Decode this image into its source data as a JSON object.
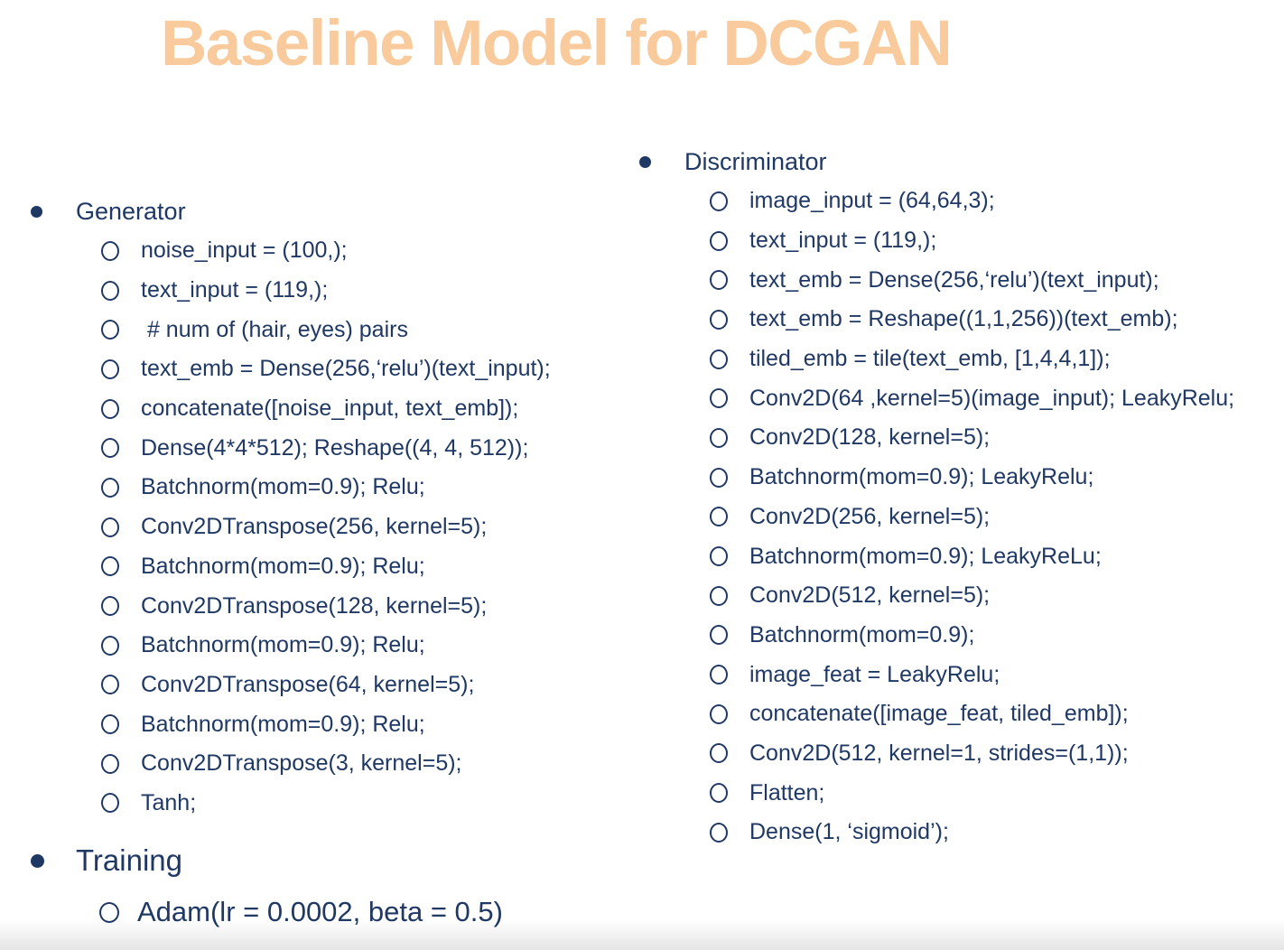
{
  "title": "Baseline Model for DCGAN",
  "colors": {
    "title": "#f9cb9c",
    "text": "#1f3864",
    "background": "#ffffff"
  },
  "sections": {
    "generator": {
      "label": "Generator",
      "items": [
        "noise_input = (100,);",
        "text_input = (119,);",
        " # num of (hair, eyes) pairs",
        "text_emb = Dense(256,‘relu’)(text_input);",
        "concatenate([noise_input, text_emb]);",
        "Dense(4*4*512); Reshape((4, 4, 512));",
        "Batchnorm(mom=0.9); Relu;",
        "Conv2DTranspose(256, kernel=5);",
        "Batchnorm(mom=0.9); Relu;",
        "Conv2DTranspose(128, kernel=5);",
        "Batchnorm(mom=0.9); Relu;",
        "Conv2DTranspose(64, kernel=5);",
        "Batchnorm(mom=0.9); Relu;",
        "Conv2DTranspose(3, kernel=5);",
        "Tanh;"
      ]
    },
    "discriminator": {
      "label": "Discriminator",
      "items": [
        "image_input = (64,64,3);",
        "text_input = (119,);",
        "text_emb = Dense(256,‘relu’)(text_input);",
        "text_emb = Reshape((1,1,256))(text_emb);",
        "tiled_emb = tile(text_emb, [1,4,4,1]);",
        "Conv2D(64 ,kernel=5)(image_input); LeakyRelu;",
        "Conv2D(128, kernel=5);",
        "Batchnorm(mom=0.9); LeakyRelu;",
        "Conv2D(256, kernel=5);",
        "Batchnorm(mom=0.9); LeakyReLu;",
        "Conv2D(512, kernel=5);",
        "Batchnorm(mom=0.9);",
        "image_feat = LeakyRelu;",
        "concatenate([image_feat, tiled_emb]);",
        "Conv2D(512, kernel=1, strides=(1,1));",
        "Flatten;",
        "Dense(1, ‘sigmoid’);"
      ]
    },
    "training": {
      "label": "Training",
      "items": [
        "Adam(lr = 0.0002, beta = 0.5)"
      ]
    }
  }
}
